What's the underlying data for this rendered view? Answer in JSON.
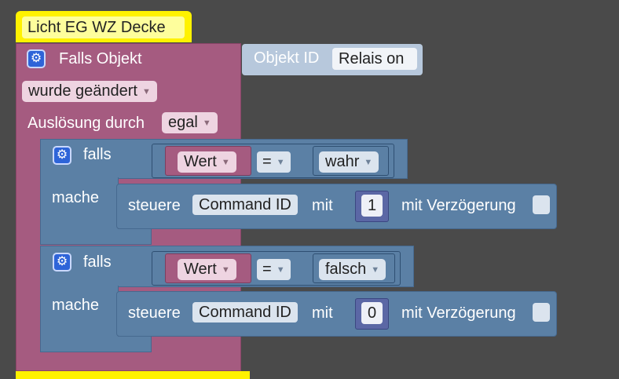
{
  "comment": {
    "text": "Licht EG WZ Decke"
  },
  "trigger": {
    "title": "Falls Objekt",
    "object_label": "Objekt ID",
    "object_value": "Relais on",
    "condition_value": "wurde geändert",
    "trigger_label": "Auslösung durch",
    "trigger_value": "egal"
  },
  "if_blocks": [
    {
      "falls": "falls",
      "mache": "mache",
      "left_value": "Wert",
      "operator": "=",
      "right_value": "wahr",
      "command": {
        "label": "steuere",
        "target": "Command ID",
        "with": "mit",
        "number": "1",
        "delay_label": "mit Verzögerung"
      }
    },
    {
      "falls": "falls",
      "mache": "mache",
      "left_value": "Wert",
      "operator": "=",
      "right_value": "falsch",
      "command": {
        "label": "steuere",
        "target": "Command ID",
        "with": "mit",
        "number": "0",
        "delay_label": "mit Verzögerung"
      }
    }
  ],
  "icons": {
    "gear": "gear-icon",
    "caret": "chevron-down-icon"
  },
  "colors": {
    "background": "#4a4a4a",
    "event_block": "#a55b80",
    "logic_block": "#5b80a5",
    "math_block": "#5b67a5",
    "comment": "#fff200"
  }
}
